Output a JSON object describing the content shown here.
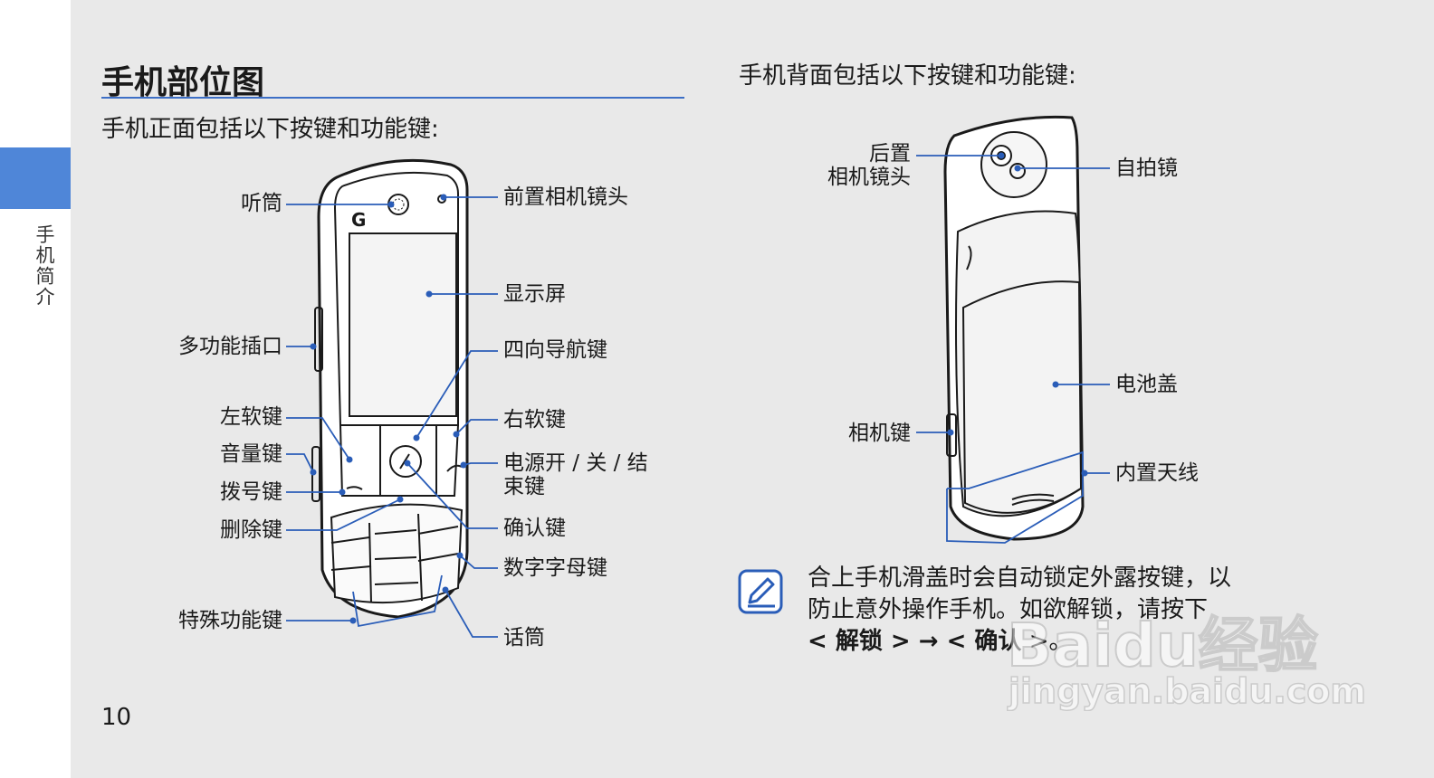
{
  "side_tab": {
    "label": "手机简介",
    "color": "#4f86d8"
  },
  "section": {
    "title": "手机部位图"
  },
  "front": {
    "intro": "手机正面包括以下按键和功能键:",
    "labels": {
      "earpiece": "听筒",
      "front_camera": "前置相机镜头",
      "display": "显示屏",
      "multifunction_jack": "多功能插口",
      "nav_key": "四向导航键",
      "left_soft_key": "左软键",
      "right_soft_key": "右软键",
      "volume_key": "音量键",
      "power_end_key_line1": "电源开 / 关 / 结",
      "power_end_key_line2": "束键",
      "dial_key": "拨号键",
      "delete_key": "删除键",
      "confirm_key": "确认键",
      "alphanumeric_keys": "数字字母键",
      "special_function_keys": "特殊功能键",
      "microphone": "话筒"
    }
  },
  "back": {
    "intro": "手机背面包括以下按键和功能键:",
    "labels": {
      "rear_camera_line1": "后置",
      "rear_camera_line2": "相机镜头",
      "self_portrait_mirror": "自拍镜",
      "battery_cover": "电池盖",
      "camera_key": "相机键",
      "internal_antenna": "内置天线"
    }
  },
  "note": {
    "icon": "note-pencil-icon",
    "line1": "合上手机滑盖时会自动锁定外露按键，以",
    "line2": "防止意外操作手机。如欲解锁，请按下",
    "line3_open1": "< ",
    "line3_unlock": "解锁",
    "line3_mid": " > → < ",
    "line3_confirm": "确认",
    "line3_close": " >。"
  },
  "page_number": "10",
  "watermark": {
    "logo": "Baidu经验",
    "url": "jingyan.baidu.com"
  },
  "colors": {
    "leader_line": "#2a5db8",
    "title_rule": "#3d6fc6",
    "background": "#e9e9e9"
  }
}
